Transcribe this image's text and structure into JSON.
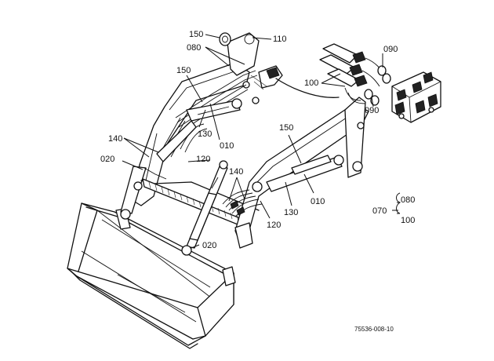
{
  "labels": {
    "l150_top": "150",
    "l110": "110",
    "l080": "080",
    "l090_top": "090",
    "l100": "100",
    "l090_mid": "090",
    "l150_left": "150",
    "l130_left": "130",
    "l010_left": "010",
    "l140_left": "140",
    "l020_left": "020",
    "l120_left": "120",
    "l150_right": "150",
    "l140_mid": "140",
    "l010_right": "010",
    "l130_right": "130",
    "l120_right": "120",
    "l020_bottom": "020",
    "l070": "070",
    "l080_group": "080",
    "l100_group": "100"
  },
  "drawing_code": "75536-008-10"
}
